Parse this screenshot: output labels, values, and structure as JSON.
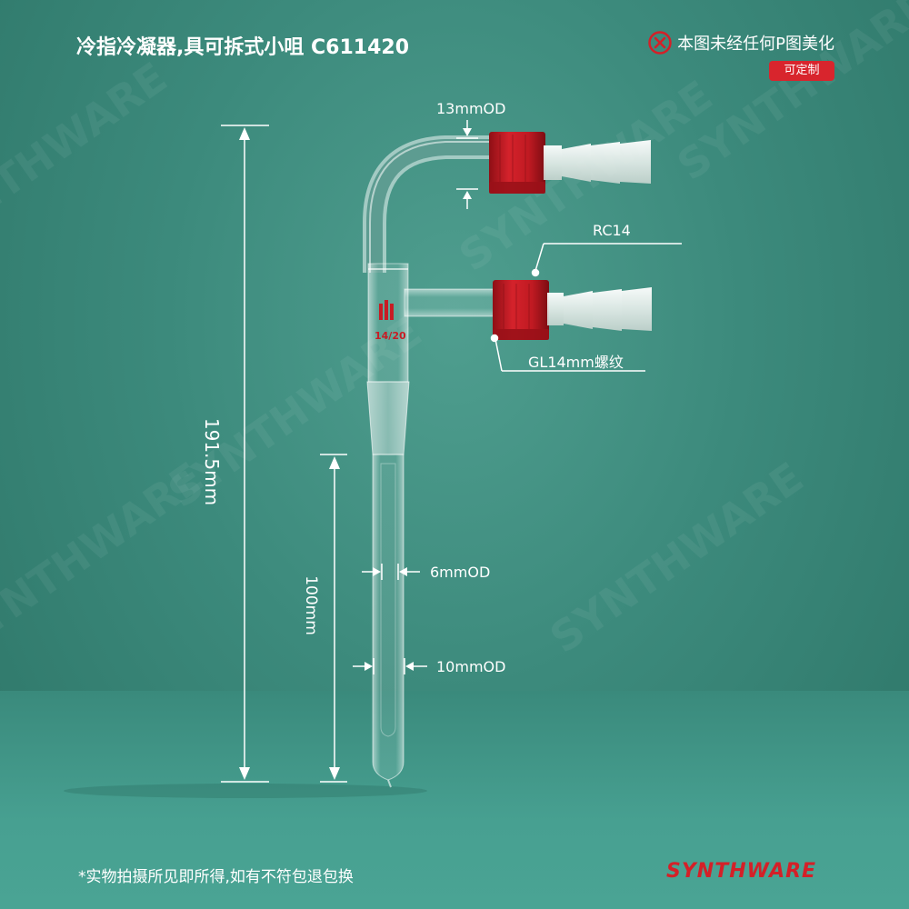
{
  "header": {
    "title": "冷指冷凝器,具可拆式小咀 C611420",
    "notice_text": "本图未经任何P图美化",
    "notice_icon": "x-circle-icon",
    "custom_badge": "可定制"
  },
  "dimensions": {
    "top_od": "13mmOD",
    "connector": "RC14",
    "thread": "GL14mm螺纹",
    "total_length": "191.5mm",
    "finger_length": "100mm",
    "inner_od": "6mmOD",
    "outer_od": "10mmOD"
  },
  "product": {
    "joint_marking": "14/20"
  },
  "watermark": "SYNTHWARE",
  "footer": {
    "disclaimer": "*实物拍摄所见即所得,如有不符包退包换",
    "brand": "SYNTHWARE"
  },
  "colors": {
    "background": "#3c8a7c",
    "cap_red": "#c81c24",
    "brand_red": "#d42028",
    "annotation": "#ffffff"
  }
}
